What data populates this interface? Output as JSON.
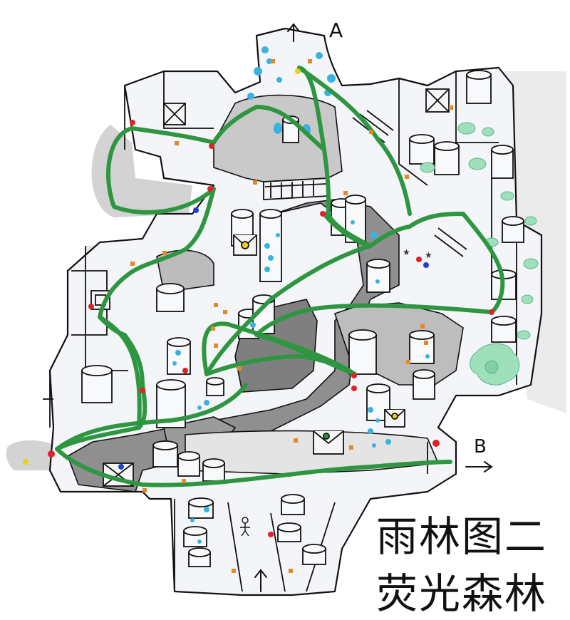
{
  "map": {
    "title_line1": "雨林图二",
    "title_line2": "荧光森林",
    "exit_a_label": "A",
    "exit_b_label": "B",
    "colors": {
      "route": "#2e9640",
      "red_marker": "#e0202a",
      "blue_marker": "#1f3fc8",
      "yellow_marker": "#e8d21a",
      "orange_marker": "#e6872a",
      "cyan_spots": "#3bb2de",
      "mint_plants": "#9fe0bc",
      "shadow": "#b5b5b5",
      "dark_floor": "#8a8a8a"
    },
    "icons": [
      "arrow-up-icon",
      "arrow-right-icon",
      "person-icon",
      "star-icon",
      "crate-icon"
    ]
  }
}
